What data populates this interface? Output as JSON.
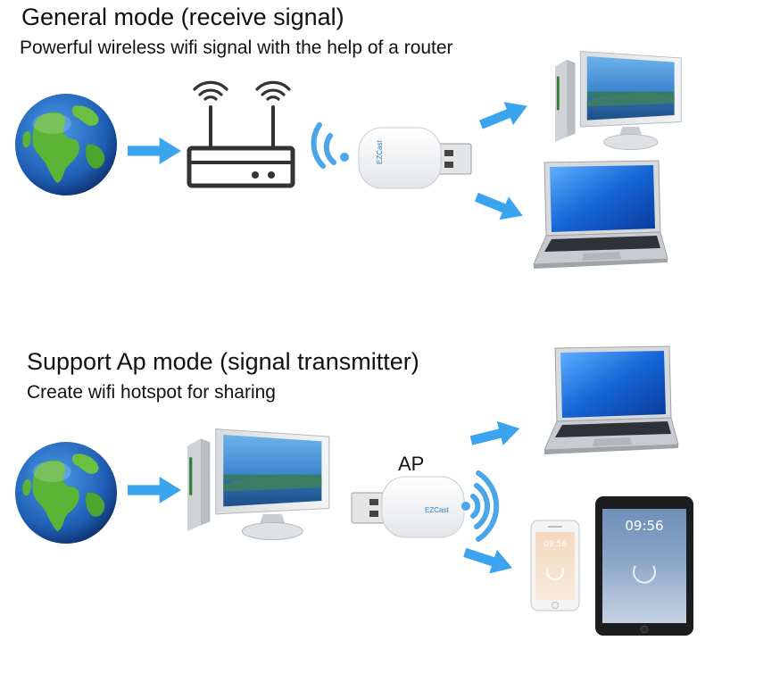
{
  "sections": [
    {
      "title": "General mode (receive signal)",
      "subtitle": "Powerful wireless wifi signal with the help of a router"
    },
    {
      "title": "Support Ap mode (signal transmitter)",
      "subtitle": "Create wifi hotspot for sharing",
      "ap_label": "AP"
    }
  ],
  "adapter_brand": "EZCast",
  "tablet_time": "09:56",
  "phone_time": "09:56",
  "colors": {
    "arrow": "#3aa5ee",
    "wifi_blue": "#4aa6e8",
    "router": "#333333",
    "ocean": "#1f63b8",
    "land": "#63b53a"
  },
  "icons": [
    "globe-icon",
    "router-icon",
    "wifi-icon",
    "usb-adapter-icon",
    "desktop-computer-icon",
    "laptop-icon",
    "smartphone-icon",
    "tablet-icon",
    "arrow-icon"
  ]
}
